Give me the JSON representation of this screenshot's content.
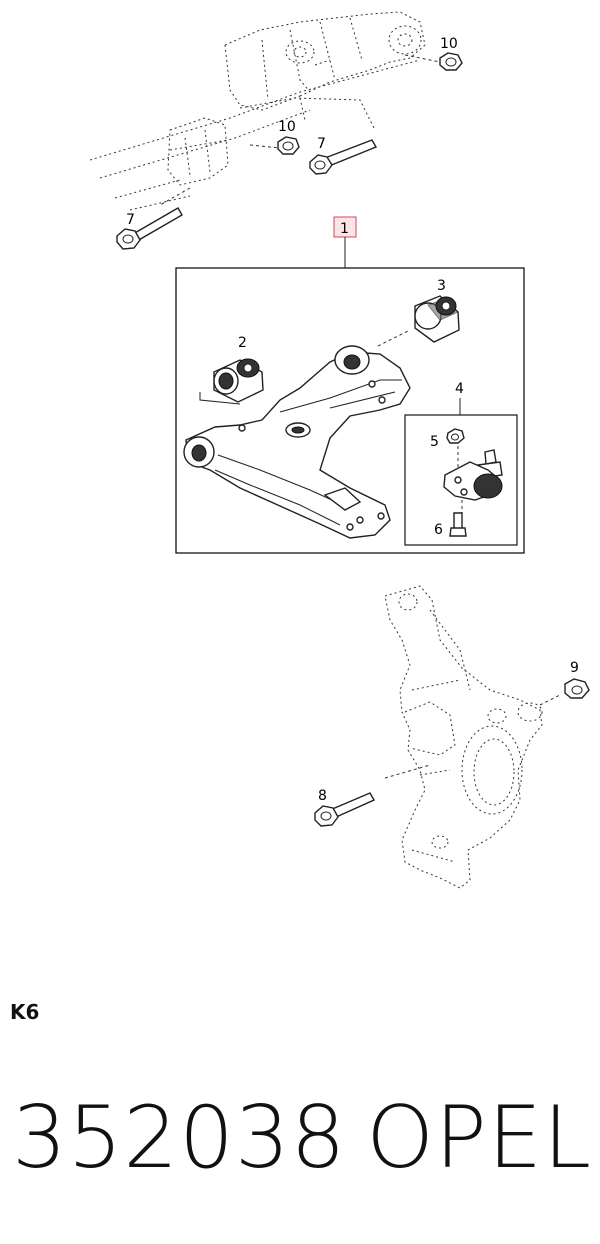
{
  "callouts": {
    "c1": "1",
    "c2": "2",
    "c3": "3",
    "c4": "4",
    "c5": "5",
    "c6": "6",
    "c7a": "7",
    "c7b": "7",
    "c8": "8",
    "c9": "9",
    "c10a": "10",
    "c10b": "10"
  },
  "page_code": "K6",
  "footer": {
    "part_number": "352038",
    "brand": "OPEL"
  },
  "colors": {
    "callout_highlight_fill": "#fbe3e6",
    "callout_highlight_border": "#d2495c"
  }
}
